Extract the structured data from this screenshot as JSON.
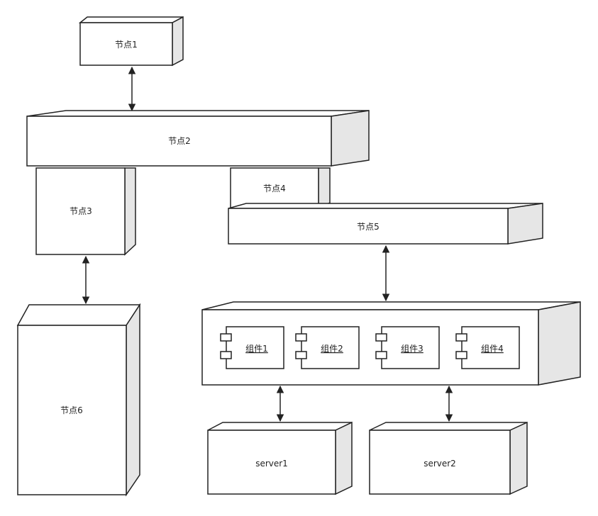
{
  "nodes": {
    "node1": "节点1",
    "node2": "节点2",
    "node3": "节点3",
    "node4": "节点4",
    "node5": "节点5",
    "node6": "节点6",
    "server1": "server1",
    "server2": "server2"
  },
  "components": {
    "c1": "组件1",
    "c2": "组件2",
    "c3": "组件3",
    "c4": "组件4"
  },
  "colors": {
    "stroke": "#222222",
    "face": "#ffffff",
    "side": "#e6e6e6"
  }
}
